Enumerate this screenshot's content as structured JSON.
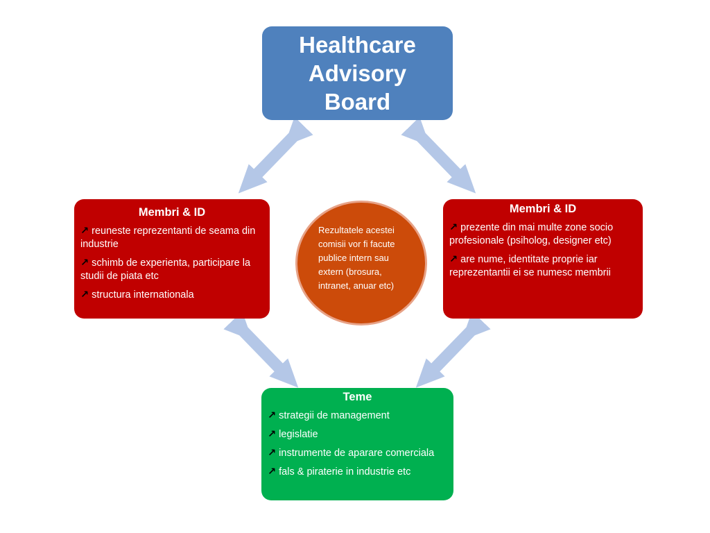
{
  "top": {
    "title_lines": [
      "Healthcare",
      "Advisory",
      "Board"
    ],
    "color": "#4f81bd"
  },
  "left": {
    "title": "Membri & ID",
    "color": "#c00000",
    "items": [
      "reuneste reprezentanti de seama din industrie",
      "schimb de experienta, participare la studii de piata  etc",
      "structura internationala"
    ]
  },
  "right": {
    "title": "Membri & ID",
    "color": "#c00000",
    "items": [
      "prezente din mai multe zone socio profesionale (psiholog, designer etc)",
      "are nume, identitate proprie iar reprezentantii ei se numesc membrii"
    ]
  },
  "bottom": {
    "title": "Teme",
    "color": "#00b050",
    "items": [
      "strategii de management",
      "legislatie",
      "instrumente de aparare comerciala",
      "fals & piraterie in industrie etc"
    ]
  },
  "center": {
    "text": "Rezultatele acestei comisii vor fi facute publice intern sau extern (brosura, intranet, anuar  etc)",
    "color": "#cc4b0a"
  },
  "bullet_glyph": "↗",
  "arrow_color": "#b4c7e7"
}
